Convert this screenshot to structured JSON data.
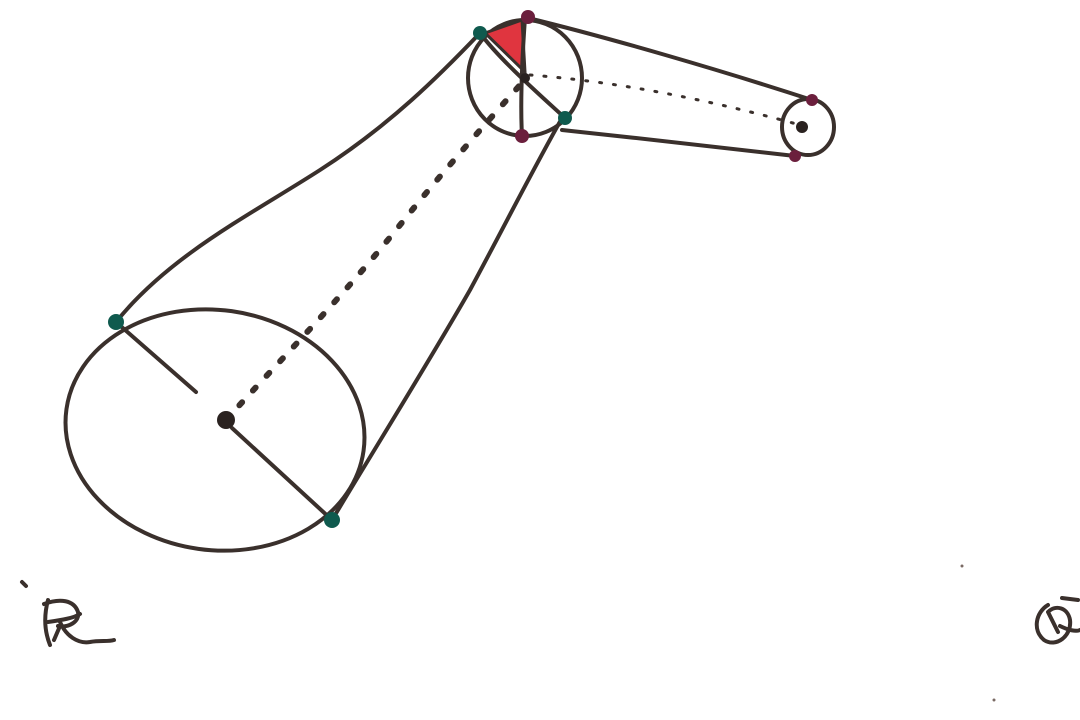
{
  "palette": {
    "ink": "#3a302c",
    "teal_point": "#0f5a4e",
    "maroon_point": "#6b1f3d",
    "red_fill": "#e0353f",
    "background": "#ffffff"
  },
  "diagram": {
    "description_shapes": [
      "large-ellipse",
      "small-circle",
      "tiny-circle",
      "truncated-cone-outline",
      "cone-outline",
      "dotted-axis"
    ],
    "corner_marks": [
      "handwritten-glyph-left",
      "handwritten-glyph-right"
    ]
  }
}
